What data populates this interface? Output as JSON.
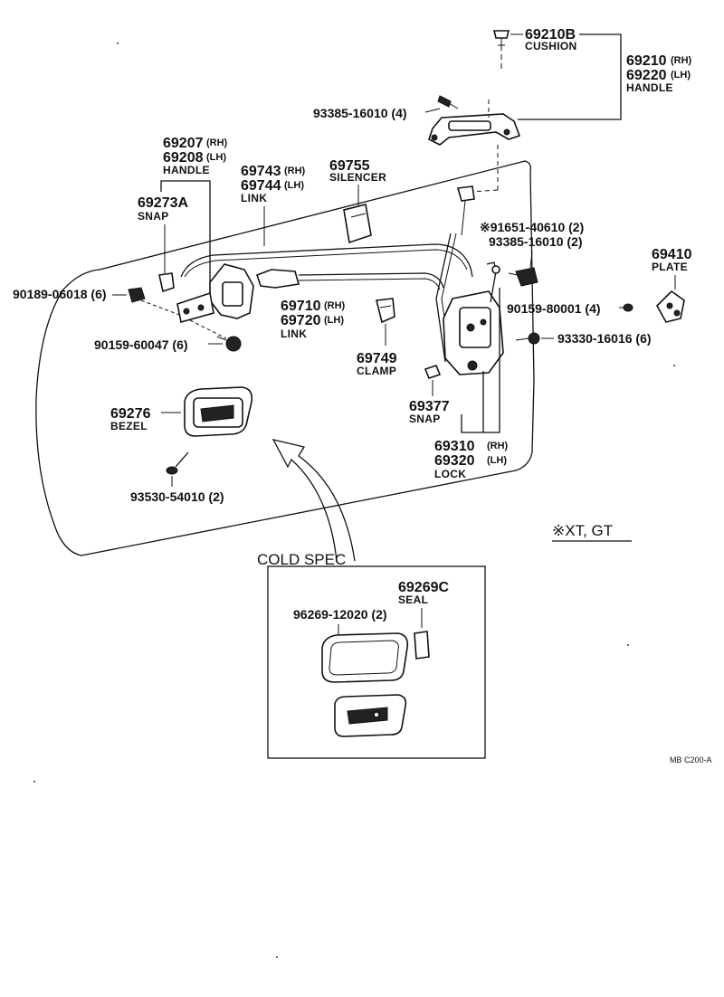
{
  "labels": {
    "cushion_pn": "69210B",
    "cushion_name": "CUSHION",
    "handle_out_rh": "69210",
    "handle_out_rh_sfx": "(RH)",
    "handle_out_lh": "69220",
    "handle_out_lh_sfx": "(LH)",
    "handle_out_name": "HANDLE",
    "screw_93385_a": "93385-16010 (4)",
    "handle_in_rh": "69207",
    "handle_in_rh_sfx": "(RH)",
    "handle_in_lh": "69208",
    "handle_in_lh_sfx": "(LH)",
    "handle_in_name": "HANDLE",
    "link_rh_1": "69743",
    "link_rh_1_sfx": "(RH)",
    "link_lh_1": "69744",
    "link_lh_1_sfx": "(LH)",
    "link_name_1": "LINK",
    "silencer_pn": "69755",
    "silencer_name": "SILENCER",
    "snap_pn_1": "69273A",
    "snap_name_1": "SNAP",
    "part_91651": "※91651-40610 (2)",
    "part_93385_b": "93385-16010 (2)",
    "plate_pn": "69410",
    "plate_name": "PLATE",
    "part_90189": "90189-06018 (6)",
    "link_rh_2": "69710",
    "link_rh_2_sfx": "(RH)",
    "link_lh_2": "69720",
    "link_lh_2_sfx": "(LH)",
    "link_name_2": "LINK",
    "part_90159_a": "90159-80001 (4)",
    "part_93330": "93330-16016 (6)",
    "part_90159_b": "90159-60047 (6)",
    "clamp_pn": "69749",
    "clamp_name": "CLAMP",
    "bezel_pn": "69276",
    "bezel_name": "BEZEL",
    "snap_pn_2": "69377",
    "snap_name_2": "SNAP",
    "lock_rh": "69310",
    "lock_rh_sfx": "(RH)",
    "lock_lh": "69320",
    "lock_lh_sfx": "(LH)",
    "lock_name": "LOCK",
    "part_93530": "93530-54010 (2)",
    "xt_gt": "※XT, GT",
    "cold_spec": "COLD  SPEC",
    "seal_pn": "69269C",
    "seal_name": "SEAL",
    "part_96269": "96269-12020 (2)",
    "ref_code": "MB  C200-A"
  }
}
